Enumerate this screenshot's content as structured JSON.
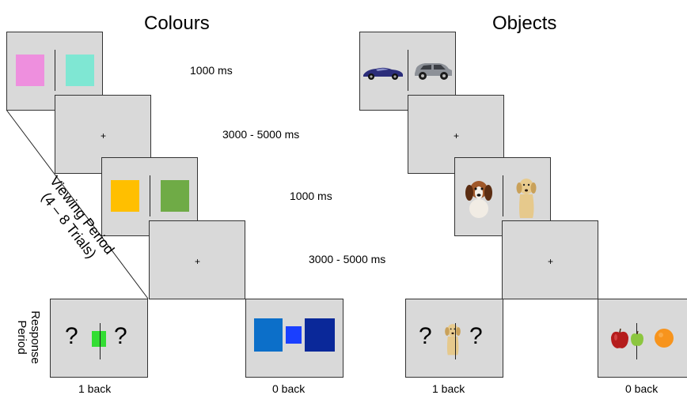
{
  "titles": {
    "colours": "Colours",
    "objects": "Objects"
  },
  "timings": {
    "stim1": "1000 ms",
    "fix1": "3000 - 5000 ms",
    "stim2": "1000 ms",
    "fix2": "3000 - 5000 ms"
  },
  "viewing_period": {
    "line1": "Viewing Period",
    "line2": "(4 – 8 Trials)"
  },
  "response_period": {
    "line1": "Response",
    "line2": "Period"
  },
  "fixation": "+",
  "question_mark": "?",
  "captions": {
    "colours_1back": "1 back",
    "colours_0back": "0 back",
    "objects_1back": "1 back",
    "objects_0back": "0 back"
  },
  "colors": {
    "panel_bg": "#d9d9d9",
    "pink": "#ee8fde",
    "aqua": "#7fe7d3",
    "orange": "#ffbf00",
    "green": "#6fab46",
    "bright_green": "#33dd33",
    "blue_large": "#0c6fc9",
    "blue_mid": "#1a3fff",
    "blue_dark": "#0a2899"
  },
  "objects": [
    "sports-car",
    "suv-car",
    "beagle-puppy",
    "labrador-dog",
    "red-apple",
    "green-apple",
    "orange-fruit"
  ]
}
